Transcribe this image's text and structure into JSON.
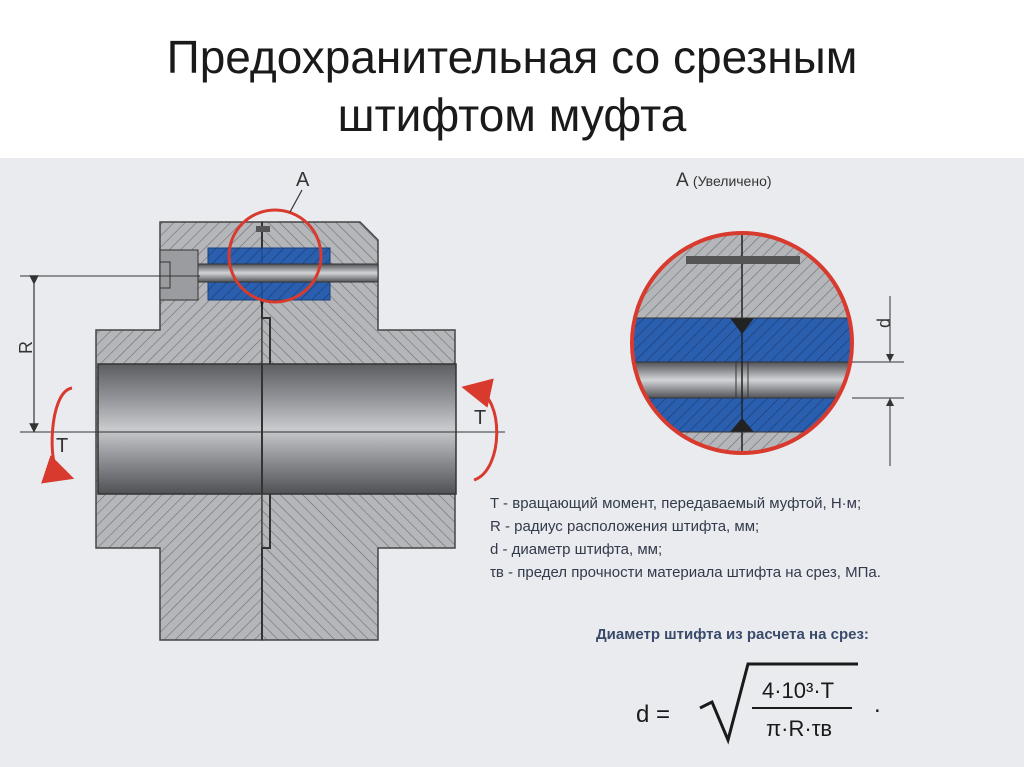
{
  "slide": {
    "title_line1": "Предохранительная со срезным",
    "title_line2": "штифтом муфта"
  },
  "drawing": {
    "label_detail": "A",
    "label_R": "R",
    "label_T_left": "T",
    "label_T_right": "T",
    "label_d": "d"
  },
  "zoom": {
    "label": "A",
    "note": "(Увеличено)"
  },
  "legend": {
    "items": [
      "T - вращающий момент, передаваемый муфтой, Н·м;",
      "R - радиус расположения штифта, мм;",
      "d - диаметр штифта, мм;",
      "τв - предел прочности материала штифта на срез, МПа."
    ]
  },
  "formula": {
    "caption": "Диаметр штифта из расчета на срез:",
    "lhs": "d =",
    "numerator": "4·10³·T",
    "denominator": "π·R·τв",
    "end": "."
  },
  "colors": {
    "accent_red": "#d83a2e",
    "pin_blue": "#2a5fb0",
    "metal_gray": "#8e9094",
    "hatch_gray": "#a7a9ad"
  }
}
